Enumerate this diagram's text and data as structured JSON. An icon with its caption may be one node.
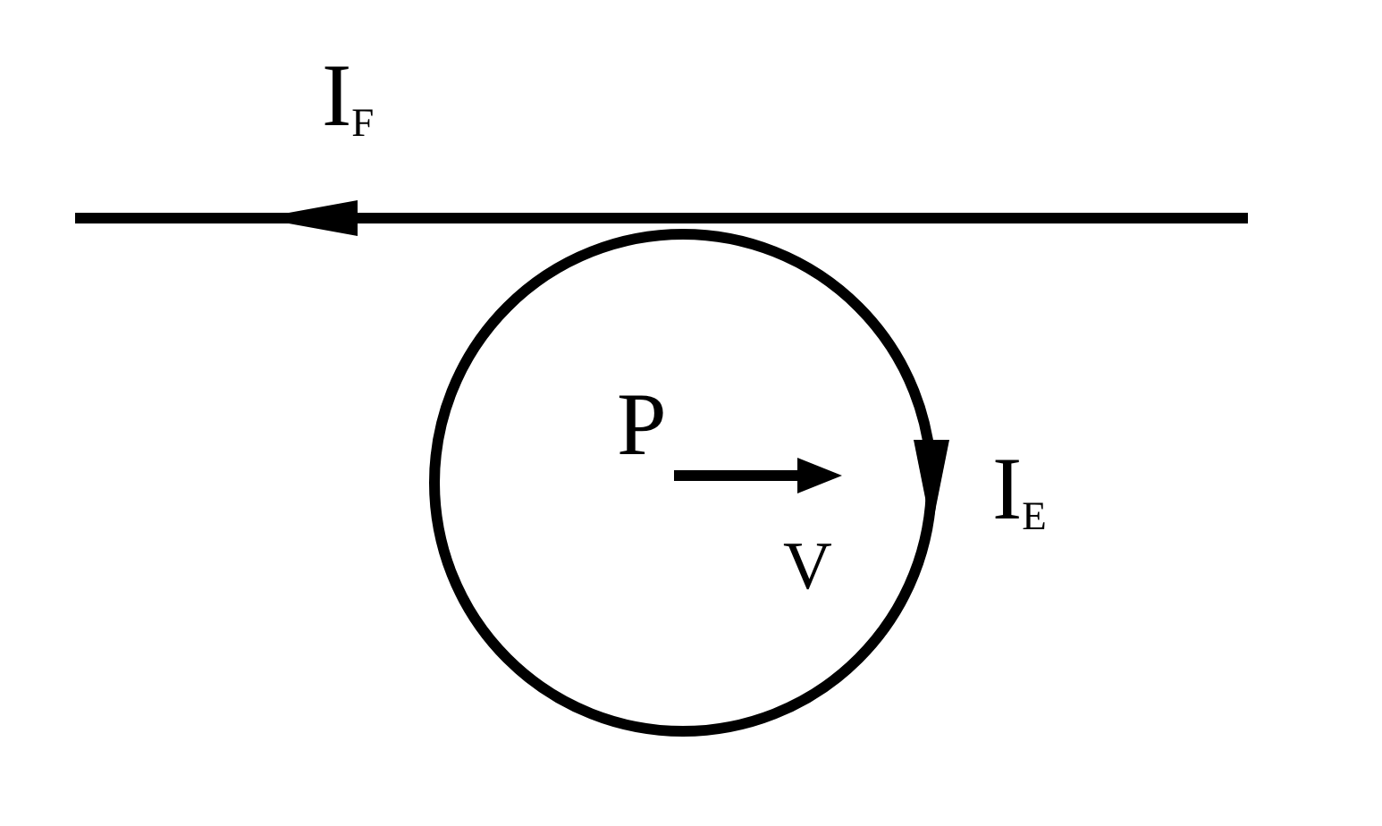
{
  "diagram": {
    "labels": [
      "I$_{F}$",
      "P",
      "V",
      "I$_{E}$"
    ]
  }
}
